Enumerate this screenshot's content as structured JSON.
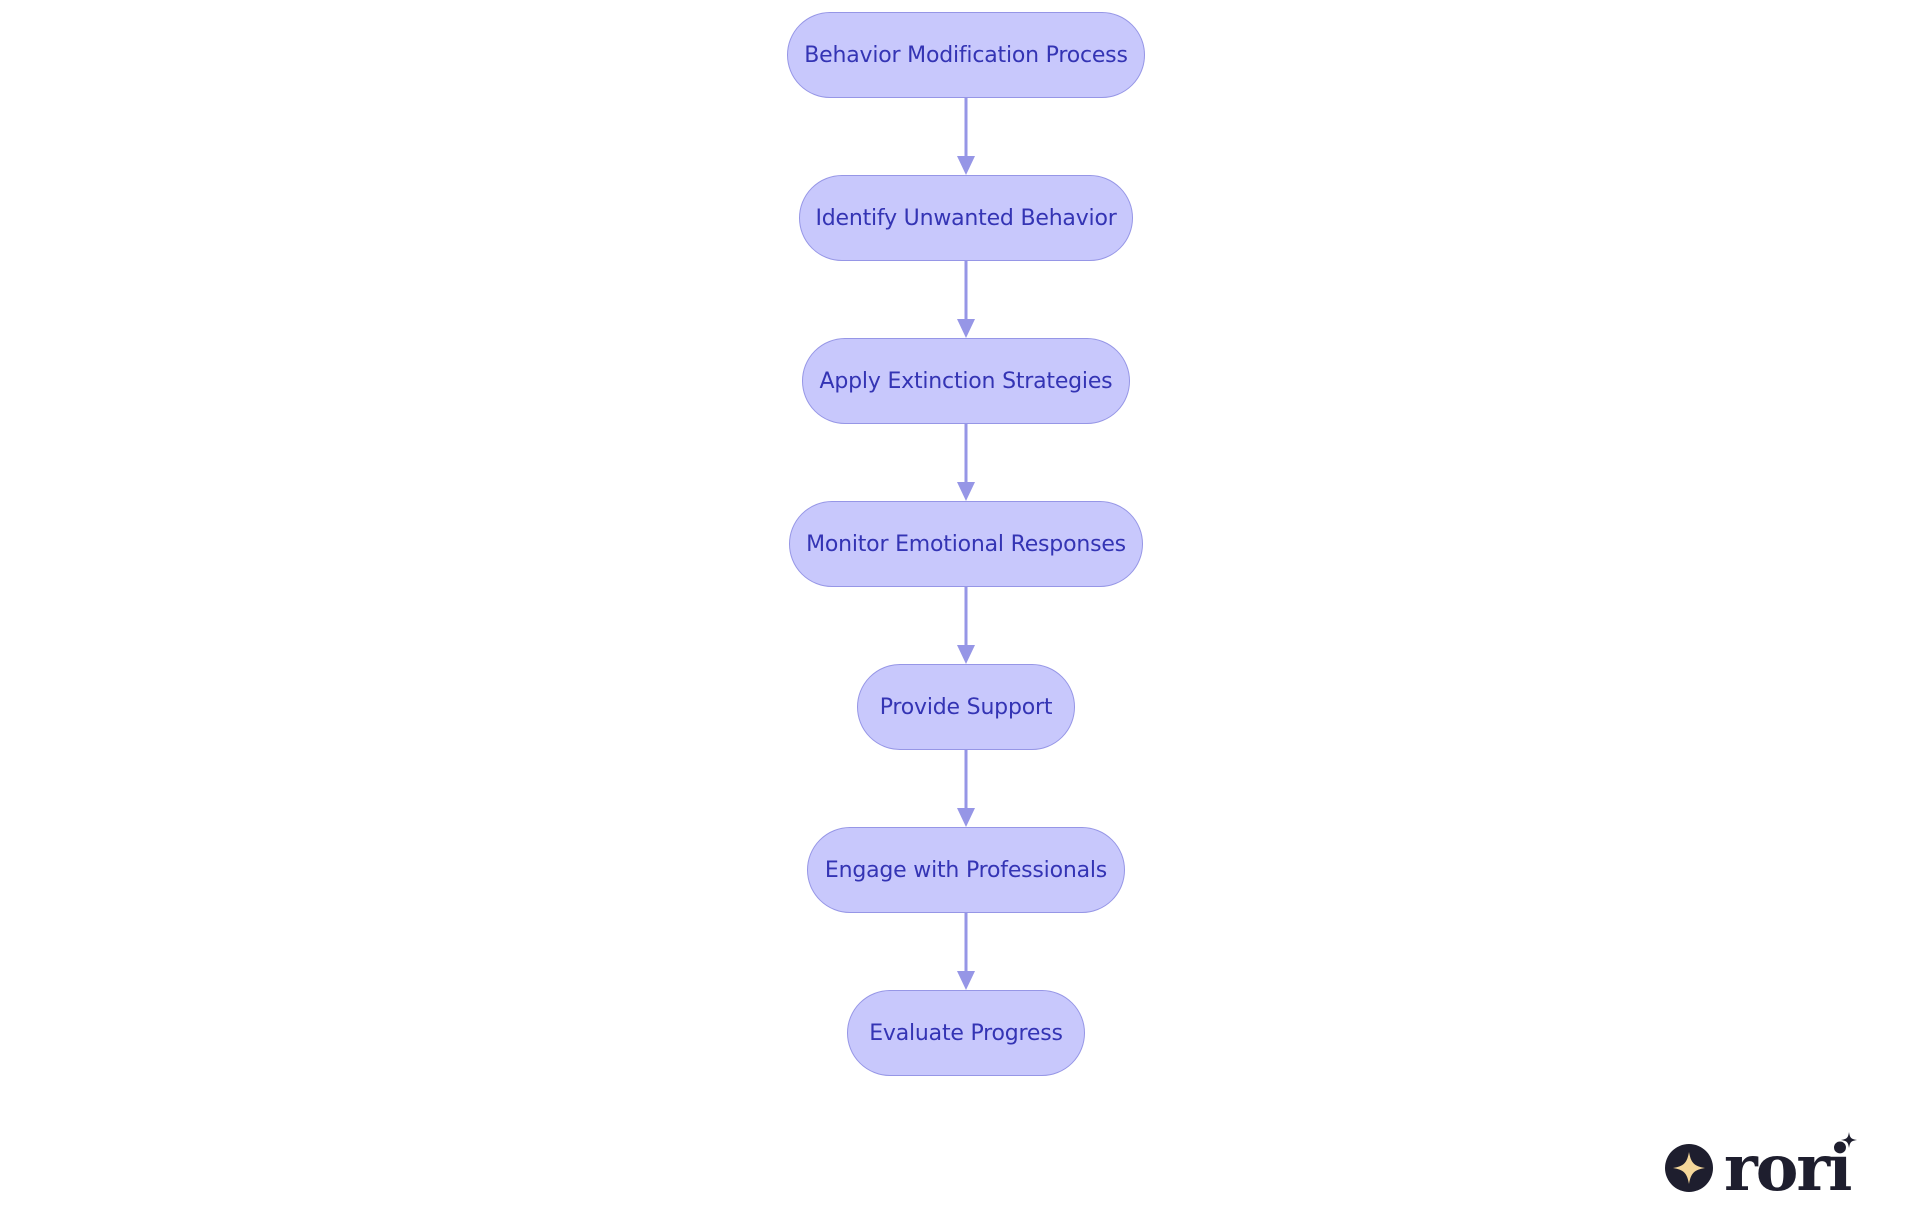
{
  "flowchart": {
    "nodes": [
      {
        "label": "Behavior Modification Process"
      },
      {
        "label": "Identify Unwanted Behavior"
      },
      {
        "label": "Apply Extinction Strategies"
      },
      {
        "label": "Monitor Emotional Responses"
      },
      {
        "label": "Provide Support"
      },
      {
        "label": "Engage with Professionals"
      },
      {
        "label": "Evaluate Progress"
      }
    ],
    "colors": {
      "node_fill": "#c8c8fc",
      "node_border": "#9696e6",
      "node_text": "#3434b4",
      "edge": "#9696e6"
    }
  },
  "branding": {
    "logo_text": "rori",
    "logo_mark_color": "#f5d79a",
    "logo_dark_color": "#1e1e2e"
  }
}
